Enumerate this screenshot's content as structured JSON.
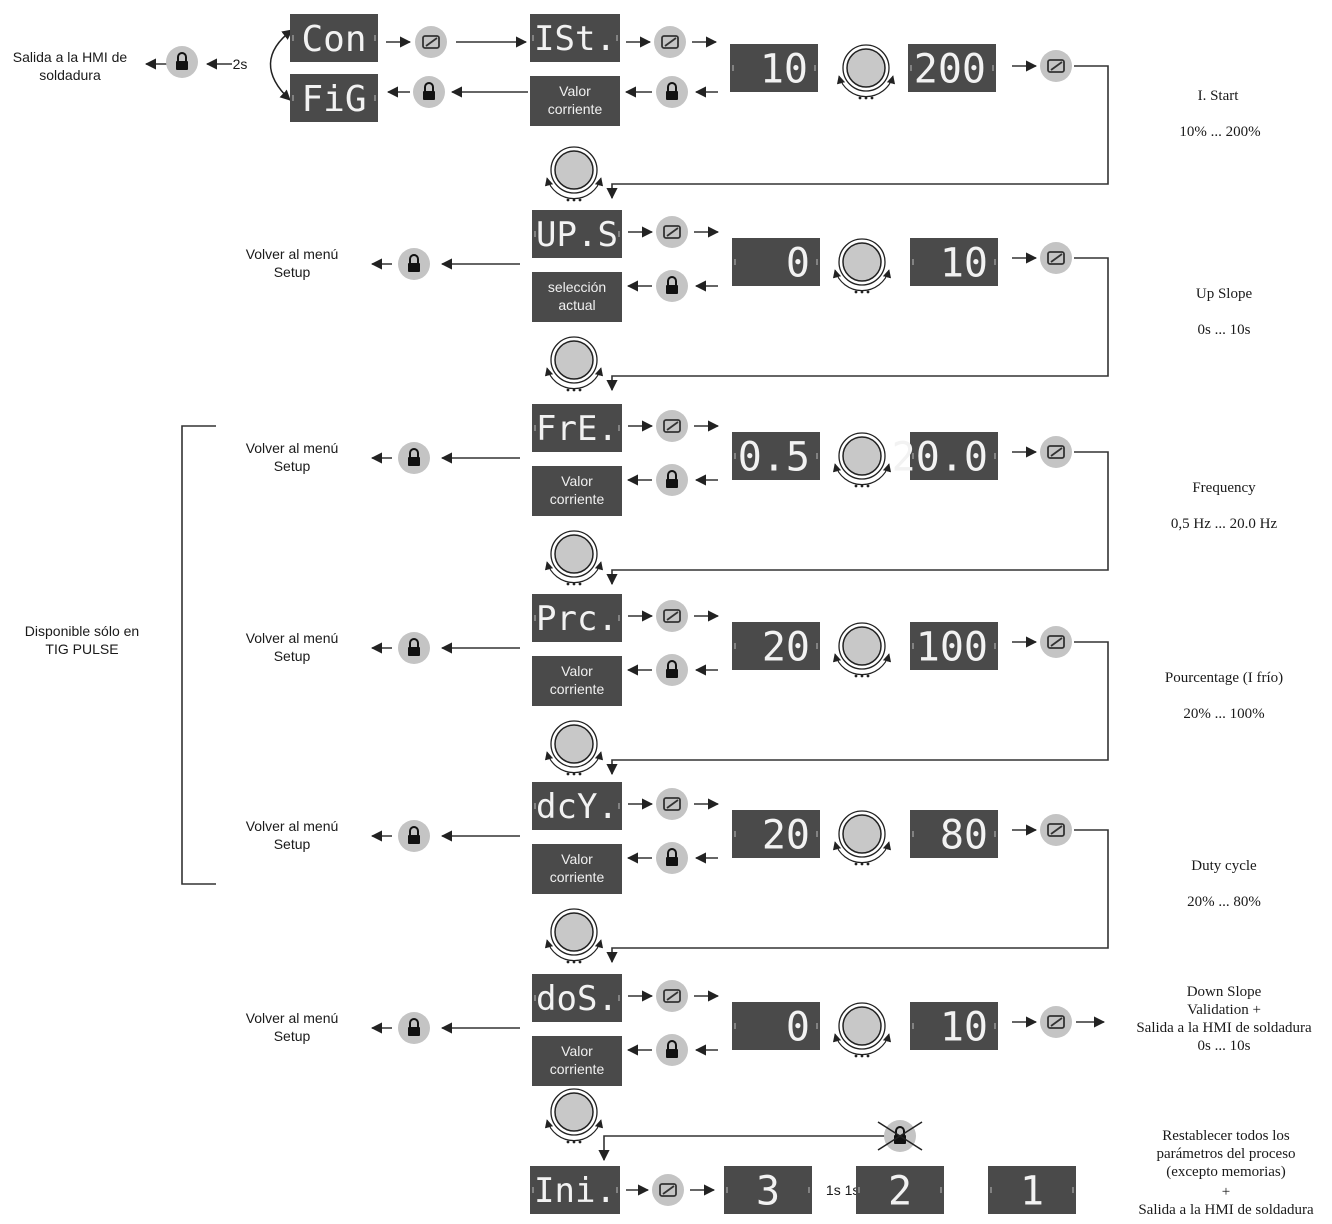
{
  "header": {
    "exit_text_line1": "Salida a la HMI de",
    "exit_text_line2": "soldadura",
    "hold_time": "2s"
  },
  "top": {
    "display_con": "Con",
    "display_fig": "FiG",
    "display_ist": "ISt.",
    "current_value_line1": "Valor",
    "current_value_line2": "corriente",
    "min": "10",
    "max": "200",
    "param_name": "I. Start",
    "param_range": "10% ... 200%"
  },
  "rows": [
    {
      "code": "UP.S",
      "btn1": "selección",
      "btn2": "actual",
      "min": "0",
      "max": "10",
      "label1": "Up Slope",
      "label2": "0s ... 10s",
      "label3": "",
      "label4": "",
      "back1": "Volver al menú",
      "back2": "Setup"
    },
    {
      "code": "FrE.",
      "btn1": "Valor",
      "btn2": "corriente",
      "min": "0.5",
      "max": "20.0",
      "label1": "Frequency",
      "label2": "0,5 Hz ... 20.0 Hz",
      "label3": "",
      "label4": "",
      "back1": "Volver al menú",
      "back2": "Setup"
    },
    {
      "code": "Prc.",
      "btn1": "Valor",
      "btn2": "corriente",
      "min": "20",
      "max": "100",
      "label1": "Pourcentage (I frío)",
      "label2": "20% ... 100%",
      "label3": "",
      "label4": "",
      "back1": "Volver al menú",
      "back2": "Setup"
    },
    {
      "code": "dcY.",
      "btn1": "Valor",
      "btn2": "corriente",
      "min": "20",
      "max": "80",
      "label1": "Duty cycle",
      "label2": "20% ... 80%",
      "label3": "",
      "label4": "",
      "back1": "Volver al menú",
      "back2": "Setup"
    },
    {
      "code": "doS.",
      "btn1": "Valor",
      "btn2": "corriente",
      "min": "0",
      "max": "10",
      "label1": "Down Slope",
      "label2": "Validation +",
      "label3": "Salida a la HMI de soldadura",
      "label4": "0s ... 10s",
      "back1": "Volver al menú",
      "back2": "Setup"
    }
  ],
  "bracket": {
    "line1": "Disponible sólo en",
    "line2": "TIG PULSE"
  },
  "init": {
    "code": "Ini.",
    "count3": "3",
    "count2": "2",
    "count1": "1",
    "timing": "1s 1s 1s",
    "desc1": "Restablecer todos los",
    "desc2": "parámetros del proceso",
    "desc3": "(excepto memorias)",
    "desc4": "+",
    "desc5": "Salida a la HMI de soldadura"
  },
  "colors": {
    "display": "#4a4a4a",
    "segment": "#f2f2f2",
    "icon_bg": "#c4c4c4",
    "icon_fg": "#333333",
    "line": "#333333"
  }
}
